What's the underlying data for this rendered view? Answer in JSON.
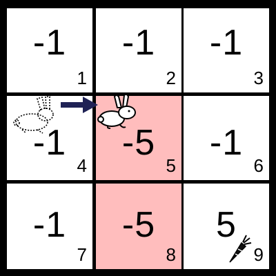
{
  "grid": {
    "cells": [
      {
        "id": "1",
        "reward": "-1",
        "index": "1",
        "type": "normal"
      },
      {
        "id": "2",
        "reward": "-1",
        "index": "2",
        "type": "normal"
      },
      {
        "id": "3",
        "reward": "-1",
        "index": "3",
        "type": "normal"
      },
      {
        "id": "4",
        "reward": "-1",
        "index": "4",
        "type": "normal"
      },
      {
        "id": "5",
        "reward": "-5",
        "index": "5",
        "type": "penalty"
      },
      {
        "id": "6",
        "reward": "-1",
        "index": "6",
        "type": "normal"
      },
      {
        "id": "7",
        "reward": "-1",
        "index": "7",
        "type": "normal"
      },
      {
        "id": "8",
        "reward": "-5",
        "index": "8",
        "type": "penalty"
      },
      {
        "id": "9",
        "reward": "5",
        "index": "9",
        "type": "goal"
      }
    ]
  },
  "colors": {
    "background": "#000000",
    "cell": "#ffffff",
    "penalty_cell": "#ffbdbd",
    "arrow": "#1f2255"
  },
  "icons": {
    "agent_previous": "rabbit-outline-dotted-icon",
    "agent_current": "rabbit-icon",
    "move_arrow": "arrow-right-icon",
    "goal": "carrot-icon"
  }
}
